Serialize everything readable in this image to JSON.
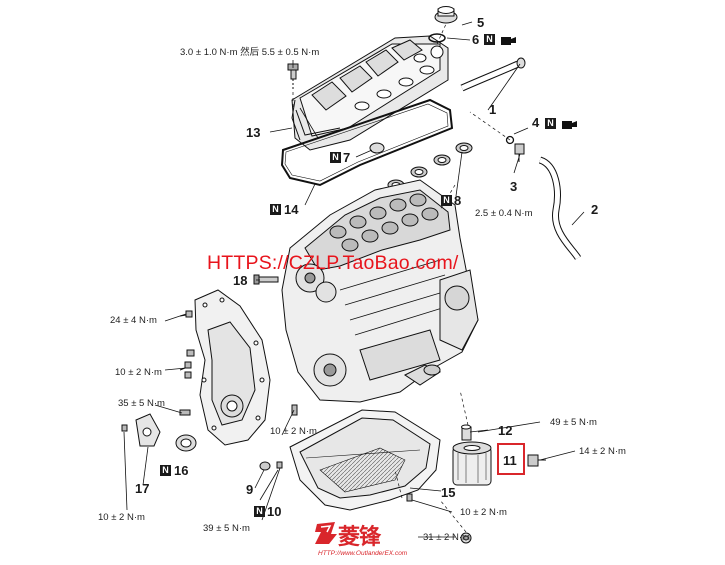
{
  "labels": {
    "p1": "1",
    "p2": "2",
    "p3": "3",
    "p4": "4",
    "p5": "5",
    "p6": "6",
    "p7": "7",
    "p8": "8",
    "p9": "9",
    "p10": "10",
    "p11": "11",
    "p12": "12",
    "p13": "13",
    "p14": "14",
    "p15": "15",
    "p16": "16",
    "p17": "17",
    "p18": "18"
  },
  "new_part_mark": "N",
  "torque": {
    "cover_bolt": "3.0 ± 1.0 N·m 然后 5.5 ± 0.5 N·m",
    "t_2_5": "2.5 ± 0.4 N·m",
    "t_24": "24 ± 4 N·m",
    "t_10_a": "10 ± 2 N·m",
    "t_35": "35 ± 5 N·m",
    "t_10_b": "10 ± 2 N·m",
    "t_49": "49 ± 5 N·m",
    "t_14": "14 ± 2 N·m",
    "t_10_c": "10 ± 2 N·m",
    "t_39": "39 ± 5 N·m",
    "t_10_d": "10 ± 2 N·m",
    "t_31": "31 ± 2 N·m"
  },
  "watermark": "HTTPS://CZLP.TaoBao.com/",
  "logo": {
    "text": "菱锋",
    "url": "HTTP://www.OutlanderEX.com"
  },
  "colors": {
    "highlight": "#d9262b",
    "watermark": "#e8141c",
    "line": "#1a1a1a"
  }
}
